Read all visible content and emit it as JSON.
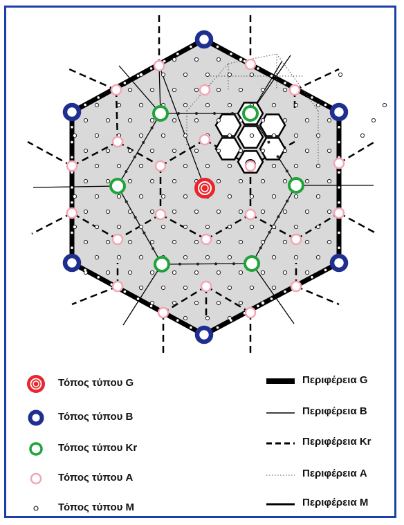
{
  "legend": {
    "left": [
      {
        "label": "Τόπος τύπου G",
        "symbol": "G",
        "color": "#e8262c"
      },
      {
        "label": "Τόπος τύπου B",
        "symbol": "B",
        "color": "#1f2f8f"
      },
      {
        "label": "Τόπος τύπου Kr",
        "symbol": "Kr",
        "color": "#1fa33a"
      },
      {
        "label": "Τόπος τύπου A",
        "symbol": "A",
        "color": "#f2a6b4"
      },
      {
        "label": "Τόπος τύπου M",
        "symbol": "M",
        "color": "#222222"
      }
    ],
    "right": [
      {
        "label": "Περιφέρεια G",
        "line": "thick"
      },
      {
        "label": "Περιφέρεια B",
        "line": "thin"
      },
      {
        "label": "Περιφέρεια Kr",
        "line": "dashed"
      },
      {
        "label": "Περιφέρεια A",
        "line": "dotted"
      },
      {
        "label": "Περιφέρεια M",
        "line": "medium"
      }
    ]
  },
  "colors": {
    "frame": "#1a3fa6",
    "region_fill": "#d9d9d9",
    "G": "#e8262c",
    "B": "#1f2f8f",
    "Kr": "#1fa33a",
    "A": "#f2a6b4"
  }
}
